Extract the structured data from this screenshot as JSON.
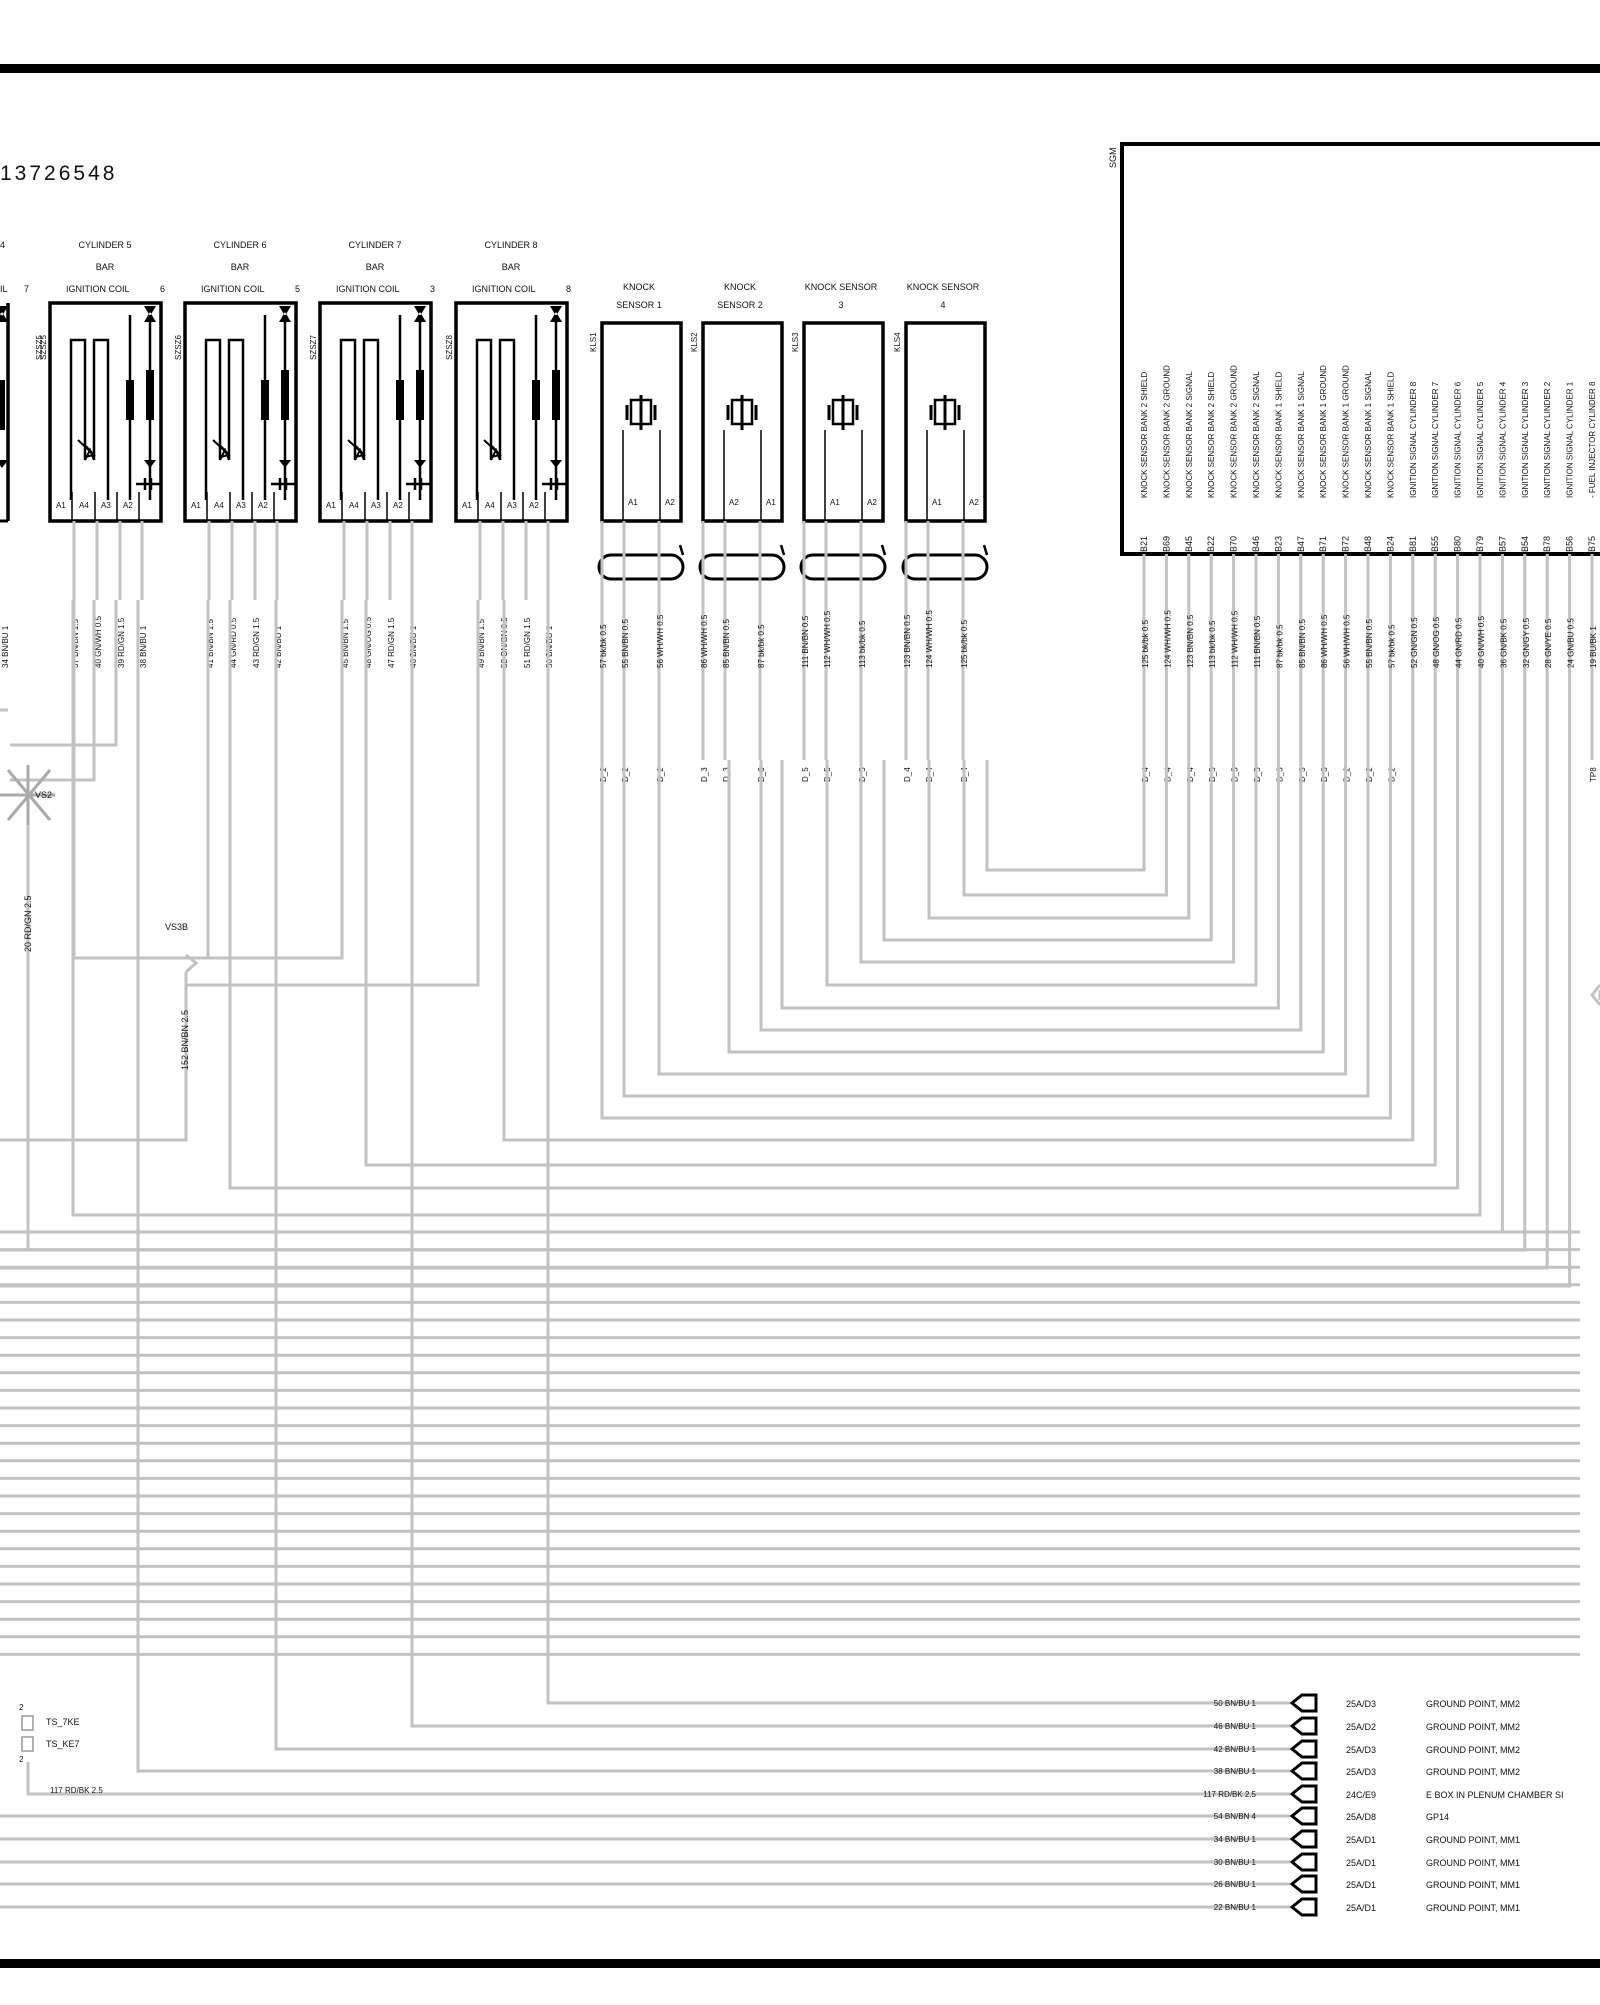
{
  "firing_order": "13726548",
  "coils": [
    {
      "title": "CYLINDER 5",
      "bar": "BAR",
      "coil": "IGNITION COIL",
      "num": "6",
      "ref": "SZSZ5",
      "pins": [
        "A1",
        "A4",
        "A3",
        "A2"
      ],
      "wires": [
        "37 BN/BN 1.5",
        "40 GN/WH 0.5",
        "39 RD/GN 1.5",
        "38 BN/BU 1"
      ]
    },
    {
      "title": "CYLINDER 6",
      "bar": "BAR",
      "coil": "IGNITION COIL",
      "num": "5",
      "ref": "SZSZ6",
      "pins": [
        "A1",
        "A4",
        "A3",
        "A2"
      ],
      "wires": [
        "41 BN/BN 1.5",
        "44 GN/RD 0.5",
        "43 RD/GN 1.5",
        "42 BN/BU 1"
      ]
    },
    {
      "title": "CYLINDER 7",
      "bar": "BAR",
      "coil": "IGNITION COIL",
      "num": "3",
      "ref": "SZSZ7",
      "pins": [
        "A1",
        "A4",
        "A3",
        "A2"
      ],
      "wires": [
        "45 BN/BN 1.5",
        "48 GN/OG 0.5",
        "47 RD/GN 1.5",
        "46 BN/BU 1"
      ]
    },
    {
      "title": "CYLINDER 8",
      "bar": "BAR",
      "coil": "IGNITION COIL",
      "num": "8",
      "ref": "SZSZ8",
      "pins": [
        "A1",
        "A4",
        "A3",
        "A2"
      ],
      "wires": [
        "49 BN/BN 1.5",
        "52 GN/GN 0.5",
        "51 RD/GN 1.5",
        "50 BN/BU 1"
      ]
    }
  ],
  "partial_coil": {
    "title_num": "4",
    "coil_tail": "IL",
    "num": "7",
    "ref": "SZSZ5",
    "wire": "34 BN/BU 1"
  },
  "knock_sensors": [
    {
      "l1": "KNOCK",
      "l2": "SENSOR 1",
      "ref": "KLS1",
      "pins": [
        "A1",
        "A2"
      ],
      "wires": [
        "57 bk/bk 0.5",
        "55 BN/BN 0.5",
        "56 WH/WH 0.5"
      ],
      "conn": [
        "D_2",
        "D_2",
        "D_2"
      ]
    },
    {
      "l1": "KNOCK",
      "l2": "SENSOR 2",
      "ref": "KLS2",
      "pins": [
        "A2",
        "A1"
      ],
      "wires": [
        "86 WH/WH 0.5",
        "85 BN/BN 0.5",
        "87 bk/bk 0.5"
      ],
      "conn": [
        "D_3",
        "D_3",
        "D_3"
      ]
    },
    {
      "l1": "KNOCK SENSOR",
      "l2": "3",
      "ref": "KLS3",
      "pins": [
        "A1",
        "A2"
      ],
      "wires": [
        "111 BN/BN 0.5",
        "112 WH/WH 0.5",
        "113 bk/bk 0.5"
      ],
      "conn": [
        "D_5",
        "D_5",
        "D_5"
      ]
    },
    {
      "l1": "KNOCK SENSOR",
      "l2": "4",
      "ref": "KLS4",
      "pins": [
        "A1",
        "A2"
      ],
      "wires": [
        "123 BN/BN 0.5",
        "124 WH/WH 0.5",
        "125 bk/bk 0.5"
      ],
      "conn": [
        "D_4",
        "D_4",
        "D_4"
      ]
    }
  ],
  "ecu": {
    "ref": "SGM",
    "pins": [
      {
        "fn": "KNOCK SENSOR BANK 2 SHIELD",
        "pin": "B21",
        "wire": "125 bk/bk 0.5",
        "conn": "D_4"
      },
      {
        "fn": "KNOCK SENSOR BANK 2 GROUND",
        "pin": "B69",
        "wire": "124 WH/WH 0.5",
        "conn": "D_4"
      },
      {
        "fn": "KNOCK SENSOR BANK 2 SIGNAL",
        "pin": "B45",
        "wire": "123 BN/BN 0.5",
        "conn": "D_4"
      },
      {
        "fn": "KNOCK SENSOR BANK 2 SHIELD",
        "pin": "B22",
        "wire": "113 bk/bk 0.5",
        "conn": "D_5"
      },
      {
        "fn": "KNOCK SENSOR BANK 2 GROUND",
        "pin": "B70",
        "wire": "112 WH/WH 0.5",
        "conn": "D_5"
      },
      {
        "fn": "KNOCK SENSOR BANK 2 SIGNAL",
        "pin": "B46",
        "wire": "111 BN/BN 0.5",
        "conn": "D_5"
      },
      {
        "fn": "KNOCK SENSOR BANK 1 SHIELD",
        "pin": "B23",
        "wire": "87 bk/bk 0.5",
        "conn": "D_3"
      },
      {
        "fn": "KNOCK SENSOR BANK 1 SIGNAL",
        "pin": "B47",
        "wire": "85 BN/BN 0.5",
        "conn": "D_3"
      },
      {
        "fn": "KNOCK SENSOR BANK 1 GROUND",
        "pin": "B71",
        "wire": "86 WH/WH 0.5",
        "conn": "D_3"
      },
      {
        "fn": "KNOCK SENSOR BANK 1 GROUND",
        "pin": "B72",
        "wire": "56 WH/WH 0.5",
        "conn": "D_2"
      },
      {
        "fn": "KNOCK SENSOR BANK 1 SIGNAL",
        "pin": "B48",
        "wire": "55 BN/BN 0.5",
        "conn": "D_2"
      },
      {
        "fn": "KNOCK SENSOR BANK 1 SHIELD",
        "pin": "B24",
        "wire": "57 bk/bk 0.5",
        "conn": "D_2"
      },
      {
        "fn": "IGNITION SIGNAL CYLINDER 8",
        "pin": "B81",
        "wire": "52 GN/GN 0.5",
        "conn": ""
      },
      {
        "fn": "IGNITION SIGNAL CYLINDER 7",
        "pin": "B55",
        "wire": "48 GN/OG 0.5",
        "conn": ""
      },
      {
        "fn": "IGNITION SIGNAL CYLINDER 6",
        "pin": "B80",
        "wire": "44 GN/RD 0.5",
        "conn": ""
      },
      {
        "fn": "IGNITION SIGNAL CYLINDER 5",
        "pin": "B79",
        "wire": "40 GN/WH 0.5",
        "conn": ""
      },
      {
        "fn": "IGNITION SIGNAL CYLINDER 4",
        "pin": "B57",
        "wire": "36 GN/BK 0.5",
        "conn": ""
      },
      {
        "fn": "IGNITION SIGNAL CYLINDER 3",
        "pin": "B54",
        "wire": "32 GN/GY 0.5",
        "conn": ""
      },
      {
        "fn": "IGNITION SIGNAL CYLINDER 2",
        "pin": "B78",
        "wire": "28 GN/YE 0.5",
        "conn": ""
      },
      {
        "fn": "IGNITION SIGNAL CYLINDER 1",
        "pin": "B56",
        "wire": "24 GN/BU 0.5",
        "conn": ""
      },
      {
        "fn": "- FUEL INJECTOR CYLINDER 8",
        "pin": "B75",
        "wire": "19 BU/BK 1",
        "conn": "TP8"
      }
    ]
  },
  "splices": {
    "vs2": "VS2",
    "vs2_wire": "20 RD/GN 2.5",
    "vs3b": "VS3B",
    "vs3b_wire": "152 BN/BN 2.5"
  },
  "test_points": {
    "a": "TS_7KE",
    "b": "TS_KE7",
    "n1": "2",
    "n2": "2",
    "wire": "117 RD/BK 2.5"
  },
  "grounds": [
    {
      "wire": "50 BN/BU 1",
      "ref": "25A/D3",
      "desc": "GROUND POINT, MM2"
    },
    {
      "wire": "46 BN/BU 1",
      "ref": "25A/D2",
      "desc": "GROUND POINT, MM2"
    },
    {
      "wire": "42 BN/BU 1",
      "ref": "25A/D3",
      "desc": "GROUND POINT, MM2"
    },
    {
      "wire": "38 BN/BU 1",
      "ref": "25A/D3",
      "desc": "GROUND POINT, MM2"
    },
    {
      "wire": "117 RD/BK 2.5",
      "ref": "24C/E9",
      "desc": "E BOX IN PLENUM CHAMBER SI"
    },
    {
      "wire": "54 BN/BN 4",
      "ref": "25A/D8",
      "desc": "GP14"
    },
    {
      "wire": "34 BN/BU 1",
      "ref": "25A/D1",
      "desc": "GROUND POINT, MM1"
    },
    {
      "wire": "30 BN/BU 1",
      "ref": "25A/D1",
      "desc": "GROUND POINT, MM1"
    },
    {
      "wire": "26 BN/BU 1",
      "ref": "25A/D1",
      "desc": "GROUND POINT, MM1"
    },
    {
      "wire": "22 BN/BU 1",
      "ref": "25A/D1",
      "desc": "GROUND POINT, MM1"
    }
  ]
}
